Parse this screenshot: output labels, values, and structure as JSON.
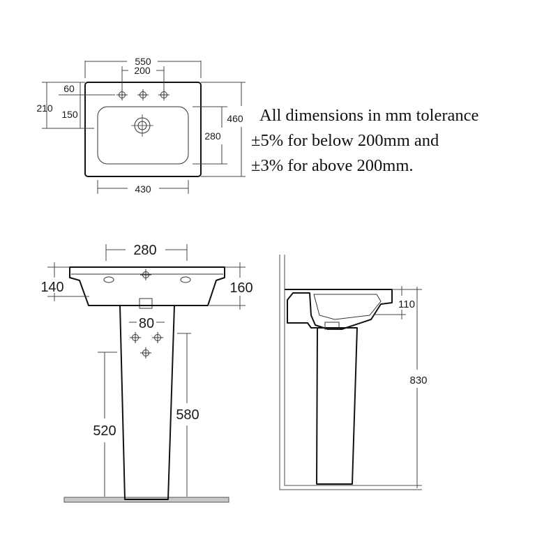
{
  "note": {
    "lines": [
      "All dimensions in mm tolerance",
      "±5% for below 200mm and",
      "±3% for above 200mm."
    ]
  },
  "plan_view": {
    "overall_width": "550",
    "tap_spacing": "200",
    "tap_offset": "60",
    "overall_depth_left": "210",
    "waste_offset": "150",
    "overall_depth": "460",
    "bowl_depth": "280",
    "bowl_width": "430"
  },
  "front_view": {
    "tap_spacing": "280",
    "basin_height_left": "140",
    "basin_height_right": "160",
    "pedestal_width": "80",
    "pedestal_height": "520",
    "pedestal_total": "580"
  },
  "side_view": {
    "rim_height": "110",
    "total_height": "830"
  }
}
